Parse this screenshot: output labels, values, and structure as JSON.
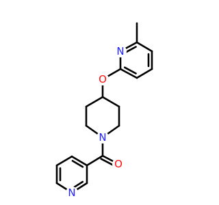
{
  "molecule": {
    "atoms": [
      {
        "id": "me",
        "element": "C",
        "label": "",
        "color": "#000000"
      },
      {
        "id": "a1",
        "element": "C",
        "label": "",
        "color": "#000000"
      },
      {
        "id": "a2",
        "element": "C",
        "label": "",
        "color": "#000000"
      },
      {
        "id": "a3",
        "element": "C",
        "label": "",
        "color": "#000000"
      },
      {
        "id": "a4",
        "element": "C",
        "label": "",
        "color": "#000000"
      },
      {
        "id": "a5",
        "element": "C",
        "label": "",
        "color": "#000000"
      },
      {
        "id": "n1",
        "element": "N",
        "label": "N",
        "color": "#2020ff"
      },
      {
        "id": "o1",
        "element": "O",
        "label": "O",
        "color": "#ff0d0d"
      },
      {
        "id": "c4",
        "element": "C",
        "label": "",
        "color": "#000000"
      },
      {
        "id": "c3a",
        "element": "C",
        "label": "",
        "color": "#000000"
      },
      {
        "id": "c3b",
        "element": "C",
        "label": "",
        "color": "#000000"
      },
      {
        "id": "c2a",
        "element": "C",
        "label": "",
        "color": "#000000"
      },
      {
        "id": "c2b",
        "element": "C",
        "label": "",
        "color": "#000000"
      },
      {
        "id": "n2",
        "element": "N",
        "label": "N",
        "color": "#2020ff"
      },
      {
        "id": "cc",
        "element": "C",
        "label": "",
        "color": "#000000"
      },
      {
        "id": "o2",
        "element": "O",
        "label": "O",
        "color": "#ff0d0d"
      },
      {
        "id": "b1",
        "element": "C",
        "label": "",
        "color": "#000000"
      },
      {
        "id": "b2",
        "element": "C",
        "label": "",
        "color": "#000000"
      },
      {
        "id": "b3",
        "element": "C",
        "label": "",
        "color": "#000000"
      },
      {
        "id": "b4",
        "element": "C",
        "label": "",
        "color": "#000000"
      },
      {
        "id": "b5",
        "element": "C",
        "label": "",
        "color": "#000000"
      },
      {
        "id": "n3",
        "element": "N",
        "label": "N",
        "color": "#2020ff"
      }
    ],
    "bonds": [
      {
        "from": "me",
        "to": "a1",
        "order": 1
      },
      {
        "from": "a1",
        "to": "n1",
        "order": 2
      },
      {
        "from": "n1",
        "to": "a5",
        "order": 1
      },
      {
        "from": "a5",
        "to": "a4",
        "order": 2
      },
      {
        "from": "a4",
        "to": "a3",
        "order": 1
      },
      {
        "from": "a3",
        "to": "a2",
        "order": 2
      },
      {
        "from": "a2",
        "to": "a1",
        "order": 1
      },
      {
        "from": "a5",
        "to": "o1",
        "order": 1
      },
      {
        "from": "o1",
        "to": "c4",
        "order": 1
      },
      {
        "from": "c4",
        "to": "c3a",
        "order": 1
      },
      {
        "from": "c4",
        "to": "c3b",
        "order": 1
      },
      {
        "from": "c3a",
        "to": "c2a",
        "order": 1
      },
      {
        "from": "c3b",
        "to": "c2b",
        "order": 1
      },
      {
        "from": "c2a",
        "to": "n2",
        "order": 1
      },
      {
        "from": "c2b",
        "to": "n2",
        "order": 1
      },
      {
        "from": "n2",
        "to": "cc",
        "order": 1
      },
      {
        "from": "cc",
        "to": "o2",
        "order": 2
      },
      {
        "from": "cc",
        "to": "b1",
        "order": 1
      },
      {
        "from": "b1",
        "to": "b2",
        "order": 2
      },
      {
        "from": "b2",
        "to": "b3",
        "order": 1
      },
      {
        "from": "b3",
        "to": "b4",
        "order": 2
      },
      {
        "from": "b4",
        "to": "n3",
        "order": 1
      },
      {
        "from": "n3",
        "to": "b5",
        "order": 2
      },
      {
        "from": "b5",
        "to": "b1",
        "order": 1
      }
    ]
  }
}
